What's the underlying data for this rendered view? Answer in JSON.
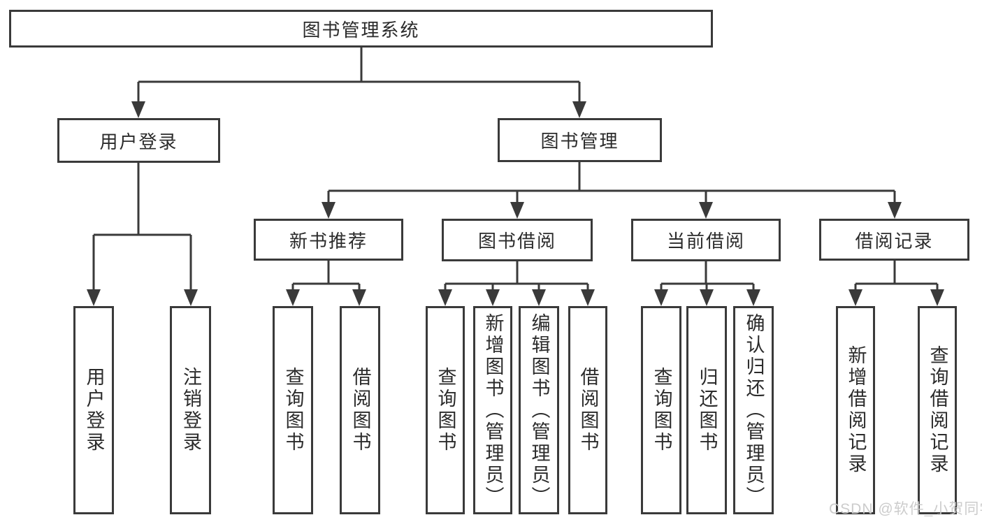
{
  "diagram": {
    "root": {
      "label": "图书管理系统"
    },
    "branches": [
      {
        "label": "用户登录",
        "children": [
          {
            "label": "用户登录"
          },
          {
            "label": "注销登录"
          }
        ]
      },
      {
        "label": "图书管理",
        "children": [
          {
            "label": "新书推荐",
            "children": [
              {
                "label": "查询图书"
              },
              {
                "label": "借阅图书"
              }
            ]
          },
          {
            "label": "图书借阅",
            "children": [
              {
                "label": "查询图书"
              },
              {
                "label": "新增图书（管理员）"
              },
              {
                "label": "编辑图书（管理员）"
              },
              {
                "label": "借阅图书"
              }
            ]
          },
          {
            "label": "当前借阅",
            "children": [
              {
                "label": "查询图书"
              },
              {
                "label": "归还图书"
              },
              {
                "label": "确认归还（管理员）"
              }
            ]
          },
          {
            "label": "借阅记录",
            "children": [
              {
                "label": "新增借阅记录"
              },
              {
                "label": "查询借阅记录"
              }
            ]
          }
        ]
      }
    ]
  },
  "watermark": "CSDN @软件_小贺同学",
  "colors": {
    "line": "#3a3a3a",
    "text": "#2b2b2b",
    "background": "#ffffff",
    "watermark": "#c9c9c9"
  }
}
